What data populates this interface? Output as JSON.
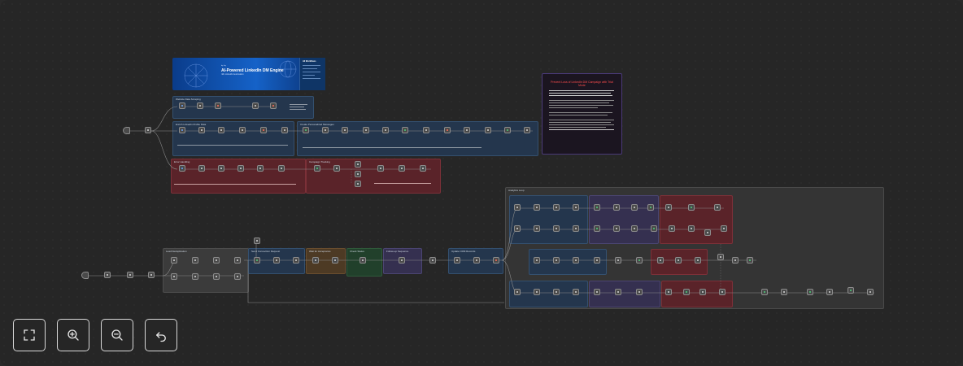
{
  "workflow": {
    "banner": {
      "kicker": "by Jay",
      "title": "AI-Powered LinkedIn DM Engine",
      "subtitle": "n8n LinkedIn Automation"
    },
    "sidebar_title": "All Workflows",
    "warning_title": "Prevent Loss of LinkedIn DM Campaign with Trial Mode",
    "groups": [
      "Website Data Scraping",
      "Enrich LinkedIn Profile Data",
      "Create Personalized Messages",
      "Error Handling",
      "Campaign Tracking",
      "Lead Deduplication",
      "Send Connection Request",
      "Wait for Acceptance",
      "Check Status",
      "Follow-up Sequence",
      "Update CRM Records",
      "Analytics Loop"
    ]
  },
  "controls": {
    "fit": "fit-view",
    "zoom_in": "zoom-in",
    "zoom_out": "zoom-out",
    "undo": "undo"
  }
}
